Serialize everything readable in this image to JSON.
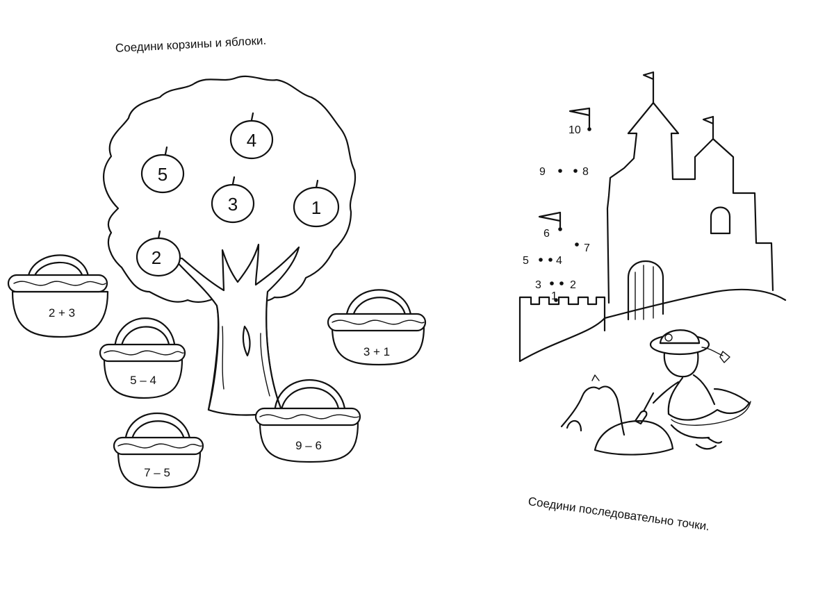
{
  "left_page": {
    "instruction": "Соедини корзины и яблоки.",
    "apples": [
      "5",
      "4",
      "3",
      "1",
      "2"
    ],
    "baskets": [
      "2 + 3",
      "5 – 4",
      "3 + 1",
      "9 – 6",
      "7 – 5"
    ]
  },
  "right_page": {
    "instruction": "Соедини последовательно точки.",
    "dots": [
      "10",
      "9",
      "8",
      "6",
      "7",
      "5",
      "4",
      "3",
      "2",
      "1"
    ]
  }
}
